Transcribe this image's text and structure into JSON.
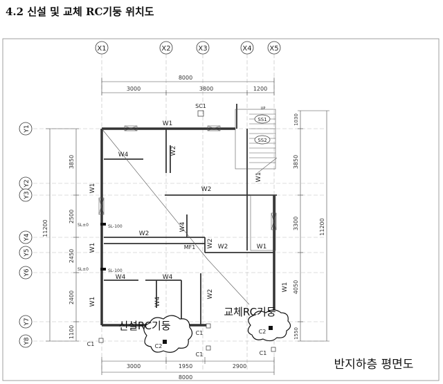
{
  "heading": "4.2 신설 및 교체 RC기둥 위치도",
  "grid_x": [
    "X1",
    "X2",
    "X3",
    "X4",
    "X5"
  ],
  "grid_y": [
    "Y1",
    "Y2",
    "Y3",
    "Y4",
    "Y5",
    "Y6",
    "Y7",
    "Y8"
  ],
  "dims": {
    "top_total": "8000",
    "top_segments": [
      "3000",
      "3800",
      "1200"
    ],
    "bottom_segments": [
      "3000",
      "1950",
      "2900"
    ],
    "bottom_total": "8000",
    "left_total": "11200",
    "left_segments": [
      "3850",
      "2500",
      "2450",
      "2400",
      "1100"
    ],
    "right_total": "11200",
    "right_segments": [
      "1030",
      "3850",
      "3300",
      "4050",
      "1550"
    ]
  },
  "walls": {
    "w1": "W1",
    "w2": "W2",
    "w4": "W4"
  },
  "labels": {
    "sc1": "SC1",
    "ss1": "SS1",
    "ss2": "SS2",
    "up": "UP",
    "mf1": "MF1",
    "sl1_a": "SL±0",
    "sl1_b": "SL-100",
    "sl2_a": "SL±0",
    "sl2_b": "SL-100",
    "c1": "C1",
    "c2": "C2"
  },
  "annotations": {
    "new_column": "신설RC기둥",
    "replaced_column": "교체RC기둥",
    "plan_title": "반지하층 평면도"
  }
}
